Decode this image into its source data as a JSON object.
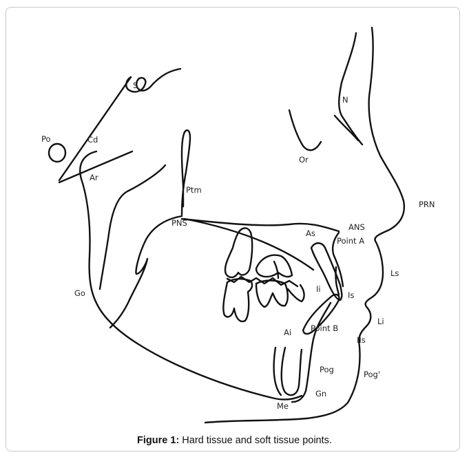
{
  "caption": {
    "label": "Figure 1:",
    "text": " Hard tissue and soft tissue points."
  },
  "points": {
    "S": "S",
    "N": "N",
    "Po": "Po",
    "Cd": "Cd",
    "Ar": "Ar",
    "Or": "Or",
    "Ptm": "Ptm",
    "PRN": "PRN",
    "PNS": "PNS",
    "ANS": "ANS",
    "As": "As",
    "PointA": "Point A",
    "Ls": "Ls",
    "Go": "Go",
    "Ii": "Ii",
    "Is": "Is",
    "Li": "Li",
    "Ai": "Ai",
    "PointB": "Point B",
    "IIs": "IIs",
    "Pog": "Pog",
    "PogSoft": "Pog'",
    "Gn": "Gn",
    "Me": "Me"
  }
}
